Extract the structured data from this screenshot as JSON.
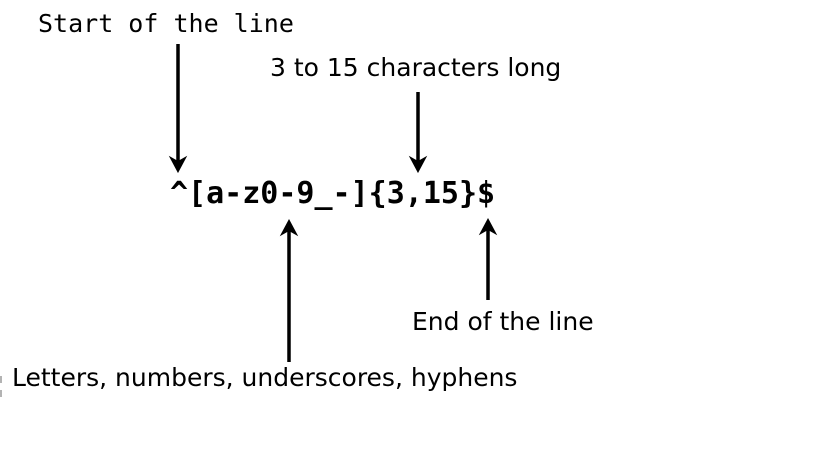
{
  "diagram": {
    "regex": "^[a-z0-9_-]{3,15}$",
    "labels": {
      "start": "Start of the line",
      "length": "3 to 15 characters long",
      "end": "End of the line",
      "charset": "Letters, numbers, underscores, hyphens"
    },
    "colors": {
      "ink": "#000000",
      "background": "#ffffff"
    }
  }
}
